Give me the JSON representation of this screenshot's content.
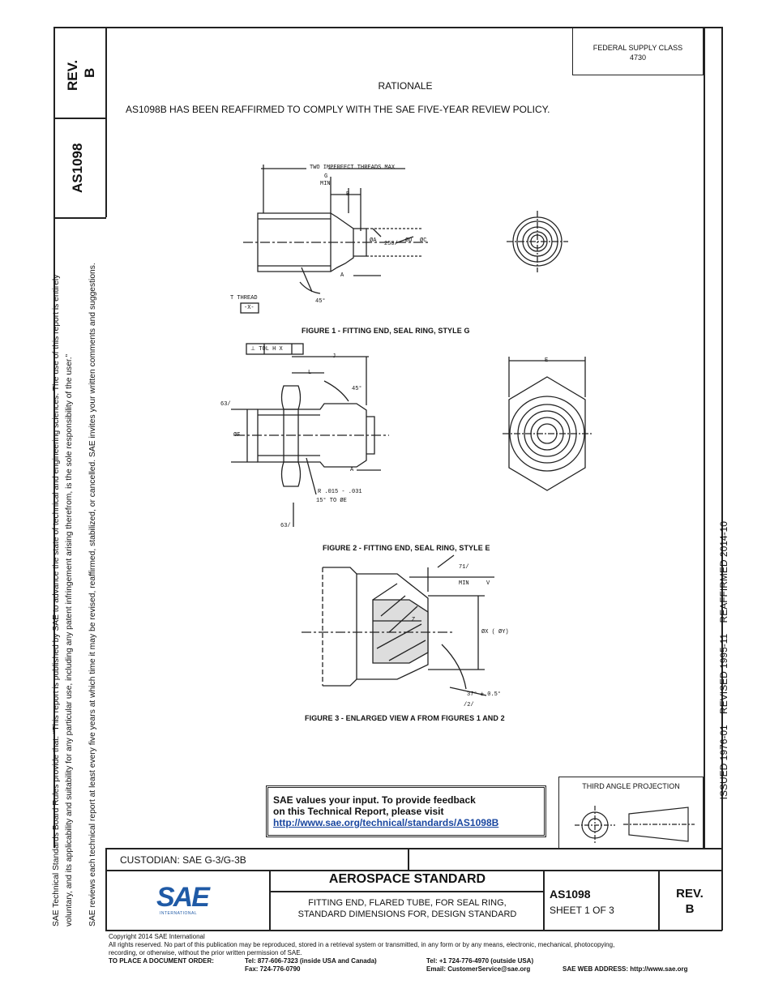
{
  "header": {
    "federal_supply_line1": "FEDERAL SUPPLY CLASS",
    "federal_supply_line2": "4730"
  },
  "left_column": {
    "rev_label": "REV.",
    "rev_value": "B",
    "doc_number": "AS1098",
    "notice_line1": "SAE Technical Standards Board Rules provide that: “This report is published by SAE to advance the state of technical and engineering sciences. The use of this report is entirely",
    "notice_line2": "voluntary, and its applicability and suitability for any particular use, including any patent infringement arising therefrom, is the sole responsibility of the user.”",
    "notice_line3": "SAE reviews each technical report at least every five years at which time it may be revised, reaffirmed, stabilized, or cancelled. SAE invites your written comments and suggestions."
  },
  "right_column": {
    "history": "ISSUED 1976-01    REVISED 1995-11    REAFFIRMED 2014-10"
  },
  "rationale": {
    "title": "RATIONALE",
    "text": "AS1098B HAS BEEN REAFFIRMED TO COMPLY WITH THE SAE FIVE-YEAR REVIEW POLICY."
  },
  "figures": {
    "fig1_caption": "FIGURE 1 - FITTING END, SEAL RING, STYLE G",
    "fig2_caption": "FIGURE 2 - FITTING END, SEAL RING, STYLE E",
    "fig3_caption": "FIGURE 3 - ENLARGED VIEW A FROM FIGURES 1 AND 2",
    "fig1_labels": {
      "two_threads": "TWO IMPERFECT THREADS MAX",
      "g": "G",
      "min": "MIN",
      "b": "B",
      "dia_a": "ØA",
      "dia_d": "ØD",
      "dia_c": "ØC",
      "val250": "250/",
      "a": "A",
      "t_thread": "T THREAD",
      "x_box": "-X-",
      "deg45": "45°"
    },
    "fig2_labels": {
      "tol_box": "⊥  TOL H  X",
      "j": "J",
      "l": "L",
      "deg45": "45°",
      "r63a": "63/",
      "dia_f": "ØF",
      "a": "A",
      "radius": "R .015 - .031",
      "deg15": "15° TO ØE",
      "r63b": "63/",
      "e": "E"
    },
    "fig3_labels": {
      "r71": "71/",
      "min": "MIN",
      "v": "V",
      "z": "Z",
      "dia_x": "ØX ( ØY)",
      "angle37": "37° ± 0.5°",
      "r72": "/2/"
    }
  },
  "feedback": {
    "line1": "SAE values your input. To provide feedback",
    "line2": "on this Technical Report, please visit",
    "link": "http://www.sae.org/technical/standards/AS1098B"
  },
  "projection": {
    "label": "THIRD ANGLE PROJECTION"
  },
  "title_block": {
    "custodian": "CUSTODIAN: SAE G-3/G-3B",
    "type": "AEROSPACE STANDARD",
    "subtitle_line1": "FITTING END, FLARED TUBE, FOR SEAL RING,",
    "subtitle_line2": "STANDARD DIMENSIONS FOR, DESIGN STANDARD",
    "doc_number": "AS1098",
    "sheet": "SHEET 1 OF 3",
    "rev_label": "REV.",
    "rev_value": "B",
    "logo_text": "SAE",
    "logo_sub": "INTERNATIONAL"
  },
  "footer": {
    "copyright": "Copyright 2014 SAE International",
    "rights": "All rights reserved. No part of this publication may be reproduced, stored in a retrieval system or transmitted, in any form or by any means, electronic, mechanical, photocopying,",
    "rights2": "recording, or otherwise, without the prior written permission of SAE.",
    "order_label": "TO PLACE A DOCUMENT ORDER:",
    "tel_us": "Tel: 877-606-7323 (inside USA and Canada)",
    "tel_intl": "Tel: +1 724-776-4970 (outside USA)",
    "fax": "Fax: 724-776-0790",
    "email": "Email: CustomerService@sae.org",
    "web": "SAE WEB ADDRESS: http://www.sae.org"
  },
  "colors": {
    "link": "#1a47a0",
    "logo": "#1f5aa6"
  }
}
